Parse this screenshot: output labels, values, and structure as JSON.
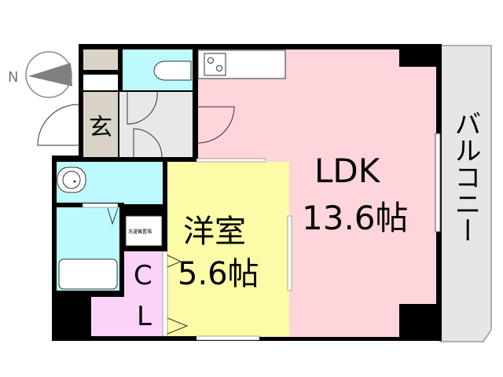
{
  "compass": {
    "label": "N"
  },
  "rooms": {
    "ldk": {
      "name": "LDK",
      "size": "13.6帖",
      "color": "#fdd5da"
    },
    "western": {
      "name": "洋室",
      "size": "5.6帖",
      "color": "#fbfba8"
    },
    "entrance": {
      "name": "玄",
      "color": "#d8d3c6"
    },
    "closet": {
      "line1": "C",
      "line2": "L",
      "color": "#fbd3f9"
    },
    "balcony": {
      "name": "バルコニー",
      "color": "#e6e6e6"
    },
    "washer": {
      "name": "洗濯機置場"
    },
    "wet_color": "#bdfafd",
    "hall_color": "#e8e8e8"
  }
}
